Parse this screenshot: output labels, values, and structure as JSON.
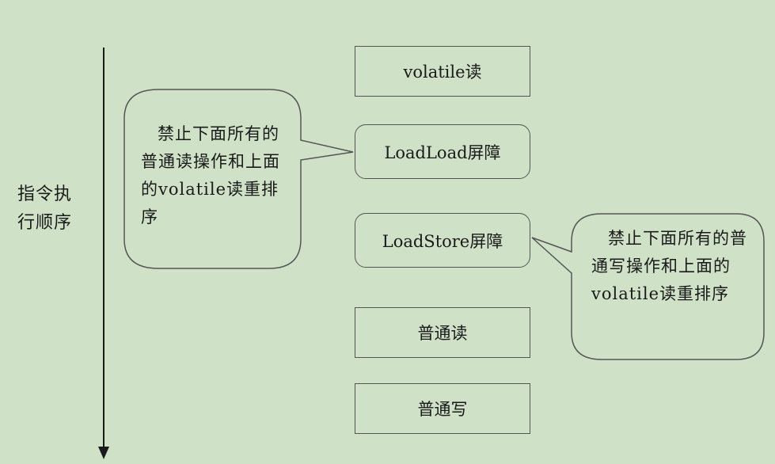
{
  "execution_label": "指令执行顺序",
  "boxes": {
    "volatile_read": "volatile读",
    "loadload_barrier": "LoadLoad屏障",
    "loadstore_barrier": "LoadStore屏障",
    "normal_read": "普通读",
    "normal_write": "普通写"
  },
  "callouts": {
    "left": "禁止下面所有的普通读操作和上面的volatile读重排序",
    "right": "禁止下面所有的普通写操作和上面的volatile读重排序"
  },
  "colors": {
    "background": "#cfe2c8",
    "stroke": "#555555"
  }
}
